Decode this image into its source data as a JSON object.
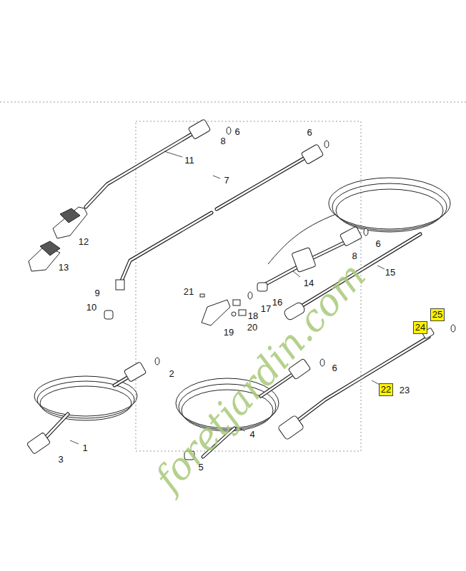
{
  "diagram": {
    "nodes": [
      {
        "text": [
          "25"
        ]
      },
      {
        "text": [
          "24"
        ]
      },
      {
        "text": [
          "22"
        ]
      }
    ],
    "edges": [],
    "labels": [
      "6",
      "6",
      "8",
      "11",
      "7",
      "12",
      "6",
      "8",
      "13",
      "15",
      "14",
      "21",
      "9",
      "16",
      "10",
      "17",
      "18",
      "20",
      "19",
      "6",
      "2",
      "23",
      "4",
      "1",
      "3",
      "5",
      "foretjardin.com"
    ]
  }
}
